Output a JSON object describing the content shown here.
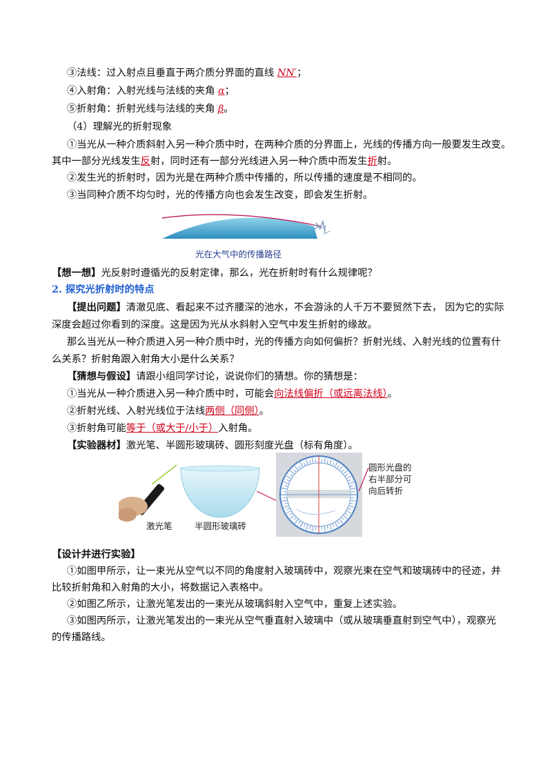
{
  "lines": {
    "l1_pre": "③法线：过入射点且垂直于两介质分界面的直线 ",
    "l1_ans": "NN′",
    "l1_post": "；",
    "l2_pre": "④入射角：入射光线与法线的夹角 ",
    "l2_ans": "α",
    "l2_post": "；",
    "l3_pre": "⑤折射角：折射光线与法线的夹角 ",
    "l3_ans": "β",
    "l3_post": "。",
    "l4": "（4）理解光的折射现象",
    "l5": "①当光从一种介质斜射入另一种介质中时，在两种介质的分界面上，光线的传播方向一般要发生改变。",
    "l6_pre": "其中一部分光线发生",
    "l6_ans1": "反",
    "l6_mid": "射，同时还有一部分光线进入另一种介质中而发生",
    "l6_ans2": "折",
    "l6_post": "射。",
    "l7": "②发生光的折射时，因为光是在两种介质中传播的，所以传播的速度是不相同的。",
    "l8": "③当同种介质不均匀时，光的传播方向也会发生改变，即会发生折射。",
    "think_label": "【想一想】",
    "think_text": "光反射时遵循光的反射定律，那么，光在折射时有什么规律呢？",
    "section2": "2.   探究光折射时的特点",
    "q_label": "【提出问题】",
    "q_text1": "清澈见底、看起来不过齐腰深的池水，不会游泳的人千万不要贸然下去，  因为它的实际",
    "q_text2": "深度会超过你看到的深度。这是因为光从水斜射入空气中发生折射的缘故。",
    "q_text3": "那么当光从一种介质进入另一种介质中时，光的传播方向如何偏折？折射光线、入射光线的位置有什",
    "q_text4": "么关系？折射角跟入射角大小是什么关系？",
    "h_label": "【猜想与假设】",
    "h_text": "请跟小组同学讨论，说说你们的猜想。你的猜想是：",
    "h1_pre": "①当光从一种介质进入另一种介质中时，可能会",
    "h1_ans": "向法线偏折（或远离法线）",
    "h1_post": "。",
    "h2_pre": "②折射光线、入射光线位于法线",
    "h2_ans": "两侧（同侧）",
    "h2_post": "。",
    "h3_pre": "③折射角可能",
    "h3_ans": "等于（或大于/小于）",
    "h3_post": "入射角。",
    "m_label": "【实验器材】",
    "m_text": "激光笔、半圆形玻璃砖、圆形刻度光盘（标有角度）。",
    "e_label": "【设计并进行实验】",
    "e1a": "①如图甲所示，让一束光从空气以不同的角度射入玻璃砖中，观察光束在空气和玻璃砖中的径迹，并",
    "e1b": "比较折射角和入射角的大小，将数据记入表格中。",
    "e2": "②如图乙所示，让激光笔发出的一束光从玻璃斜射入空气中，重复上述实验。",
    "e3a": "③如图丙所示，让激光笔发出的一束光从空气垂直射入玻璃中（或从玻璃垂直射到空气中），观察光",
    "e3b": "的传播路线。"
  },
  "figures": {
    "atmo_caption": "光在大气中的传播路径",
    "laser_caption": "激光笔",
    "glass_caption": "半圆形玻璃砖",
    "disc_note_1": "圆形光盘的",
    "disc_note_2": "右半部分可",
    "disc_note_3": "向后转折"
  },
  "colors": {
    "answer": "#d0021b",
    "heading": "#1f5fd1",
    "water": "#5fb7d9"
  }
}
